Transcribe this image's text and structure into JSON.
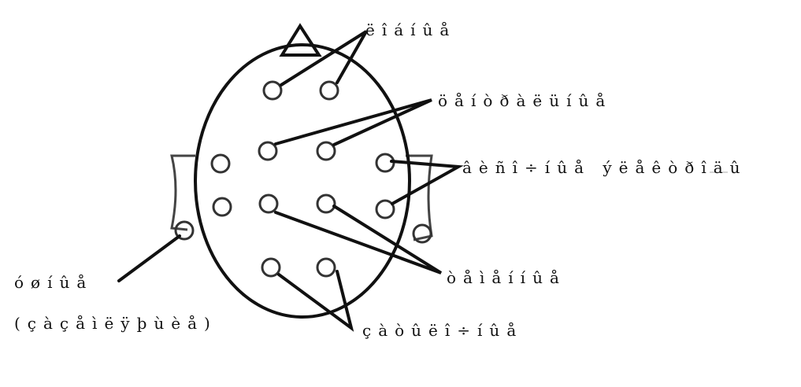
{
  "labels": {
    "frontal": "ëîáíûå",
    "central": "öåíòðàëüíûå",
    "reference": "âèñî÷íûå ýëåêòðîäû",
    "temporal": "òåìåííûå",
    "ear": "óøíûå",
    "ear_note": "(çàçåìëÿþùèå)",
    "occipital": "çàòûëî÷íûå"
  },
  "colors": {
    "stroke": "#111111",
    "electrode": "#333333",
    "background": "#ffffff"
  }
}
